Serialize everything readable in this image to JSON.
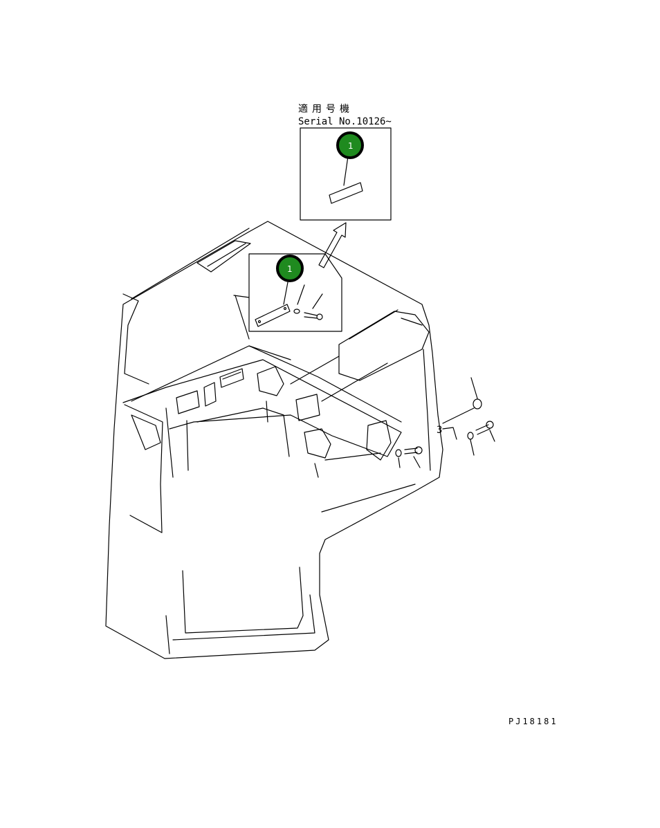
{
  "applicability": {
    "title_jp": "適用号機",
    "serial": "Serial No.10126~"
  },
  "callouts": [
    {
      "id": "callout-detail",
      "label": "1"
    },
    {
      "id": "callout-main",
      "label": "1"
    }
  ],
  "small_mark": "3",
  "drawing_code": "PJ18181",
  "colors": {
    "callout_fill": "#1f8a1f",
    "callout_ring": "#000000",
    "line": "#000000",
    "background": "#ffffff"
  }
}
